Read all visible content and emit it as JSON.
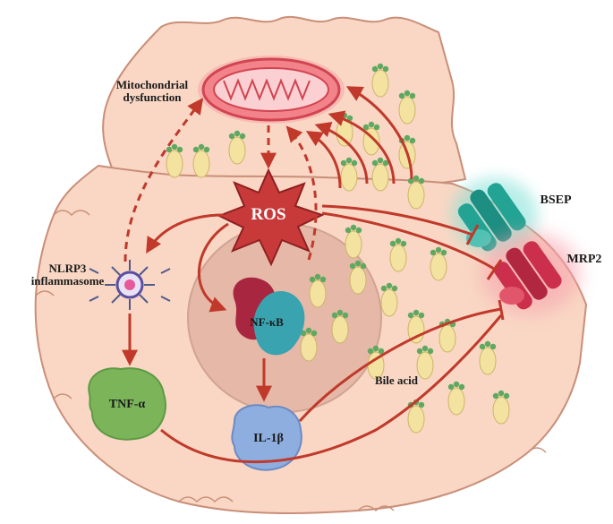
{
  "labels": {
    "mito": "Mitochondrial\ndysfunction",
    "ros": "ROS",
    "nlrp3": "NLRP3\ninflammasome",
    "nfkb": "NF-κB",
    "tnfa": "TNF-α",
    "il1b": "IL-1β",
    "bsep": "BSEP",
    "mrp2": "MRP2",
    "bile_acid": "Bile acid"
  },
  "colors": {
    "cell_fill": "#f9d7c4",
    "cell_stroke": "#c98e78",
    "nucleus_fill": "#e2b3a2",
    "mito_fill": "#f2838a",
    "mito_stroke": "#d24450",
    "ros_fill": "#c83a3a",
    "arrow": "#c0392b",
    "nfkb_red": "#a8263f",
    "nfkb_teal": "#3aa3b0",
    "tnf_green": "#7cb45a",
    "il1b_blue": "#8faee0",
    "bsep_teal": "#23a394",
    "mrp2_red": "#cc2f4b",
    "bile_yellow": "#f3e2a0",
    "bile_dot": "#5fa85f"
  },
  "icons": [
    "mitochondrion-icon",
    "ros-burst-icon",
    "inflammasome-icon",
    "nfkb-protein-icon",
    "tnf-protein-icon",
    "il1b-protein-icon",
    "bsep-transporter-icon",
    "mrp2-transporter-icon",
    "bile-acid-icon"
  ]
}
